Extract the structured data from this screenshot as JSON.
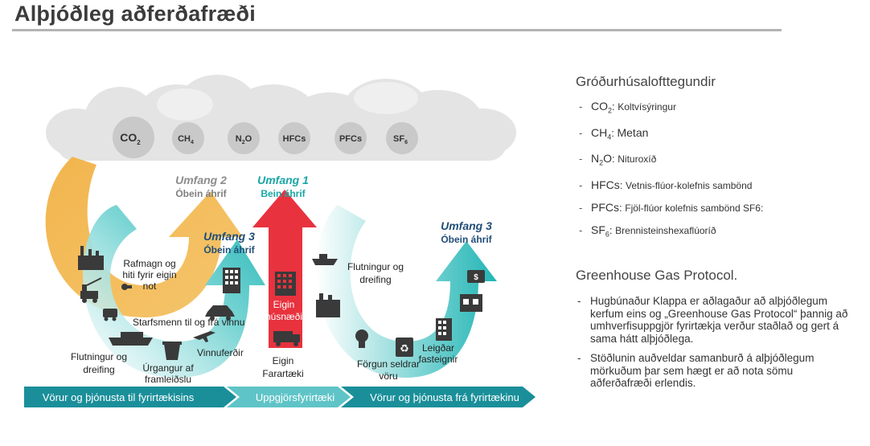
{
  "title": "Alþjóðleg aðferðafræði",
  "gases": [
    {
      "label": "CO",
      "sub": "2"
    },
    {
      "label": "CH",
      "sub": "4"
    },
    {
      "label": "N",
      "sub": "2",
      "tail": "O"
    },
    {
      "label": "HFCs",
      "sub": "",
      "tail": ""
    },
    {
      "label": "PFCs",
      "sub": "",
      "tail": ""
    },
    {
      "label": "SF",
      "sub": "6"
    }
  ],
  "scope2": {
    "title": "Umfang 2",
    "subtitle": "Óbein áhrif"
  },
  "scope1": {
    "title": "Umfang 1",
    "subtitle": "Bein áhrif"
  },
  "scope3_left": {
    "title": "Umfang 3",
    "subtitle": "Óbein áhrif"
  },
  "scope3_right": {
    "title": "Umfang 3",
    "subtitle": "Óbein áhrif"
  },
  "labels": {
    "electricity_l1": "Rafmagn og",
    "electricity_l2": "hiti fyrir eigin",
    "electricity_l3": "not",
    "commuting": "Starfsmenn til og frá vinnu",
    "business_travel": "Vinnuferðir",
    "waste_l1": "Úrgangur af",
    "waste_l2": "framleiðslu",
    "transport_left_l1": "Flutningur og",
    "transport_left_l2": "dreifing",
    "own_buildings_l1": "Eigin",
    "own_buildings_l2": "húsnæði",
    "own_vehicles_l1": "Eigin",
    "own_vehicles_l2": "Farartæki",
    "transport_right_l1": "Flutningur og",
    "transport_right_l2": "dreifing",
    "disposal_l1": "Förgun seldrar",
    "disposal_l2": "vöru",
    "leased_l1": "Leigðar",
    "leased_l2": "fasteignir"
  },
  "chevrons": [
    "Vörur og þjónusta til fyrirtækisins",
    "Uppgjörsfyrirtæki",
    "Vörur og þjónusta frá fyrirtækinu"
  ],
  "right_panel": {
    "gas_heading": "Gróðurhúsalofttegundir",
    "gas_list": [
      {
        "formula": "CO",
        "sub": "2",
        "tail": "",
        "desc": "Koltvísýringur"
      },
      {
        "formula": "CH",
        "sub": "4",
        "tail": "",
        "desc": "Metan"
      },
      {
        "formula": "N",
        "sub": "2",
        "tail": "O",
        "desc": "Nituroxíð"
      },
      {
        "formula": "HFCs",
        "sub": "",
        "tail": "",
        "desc": "Vetnis-flúor-kolefnis sambönd"
      },
      {
        "formula": "PFCs",
        "sub": "",
        "tail": "",
        "desc": "Fjöl-flúor kolefnis sambönd SF6:"
      },
      {
        "formula": "SF",
        "sub": "6",
        "tail": "",
        "desc": "Brennisteinshexaflúoríð"
      }
    ],
    "protocol_heading": "Greenhouse Gas Protocol.",
    "paragraphs": [
      "Hugbúnaður Klappa er aðlagaður að alþjóðlegum kerfum eins og „Greenhouse Gas Protocol“ þannig að umhverfisuppgjör fyrirtækja verður staðlað og gert á sama hátt alþjóðlega.",
      "Stöðlunin auðveldar samanburð á alþjóðlegum mörkuðum þar sem hægt er að nota sömu aðferðafræði erlendis."
    ]
  },
  "colors": {
    "orange": "#f2b54e",
    "teal": "#22b5b5",
    "red": "#e8323e",
    "dark_teal": "#158a96",
    "navy": "#1f4e79",
    "gray_text": "#7f7f7f",
    "cloud": "#e4e4e4",
    "circle": "#c9c9c9"
  },
  "icons": [
    "factory-icon",
    "crane-icon",
    "ship-icon",
    "bin-icon",
    "plane-icon",
    "car-icon",
    "building-icon",
    "truck-icon",
    "bulb-icon",
    "recycle-icon",
    "shop-icon",
    "plug-icon",
    "rail-wagon-icon"
  ]
}
